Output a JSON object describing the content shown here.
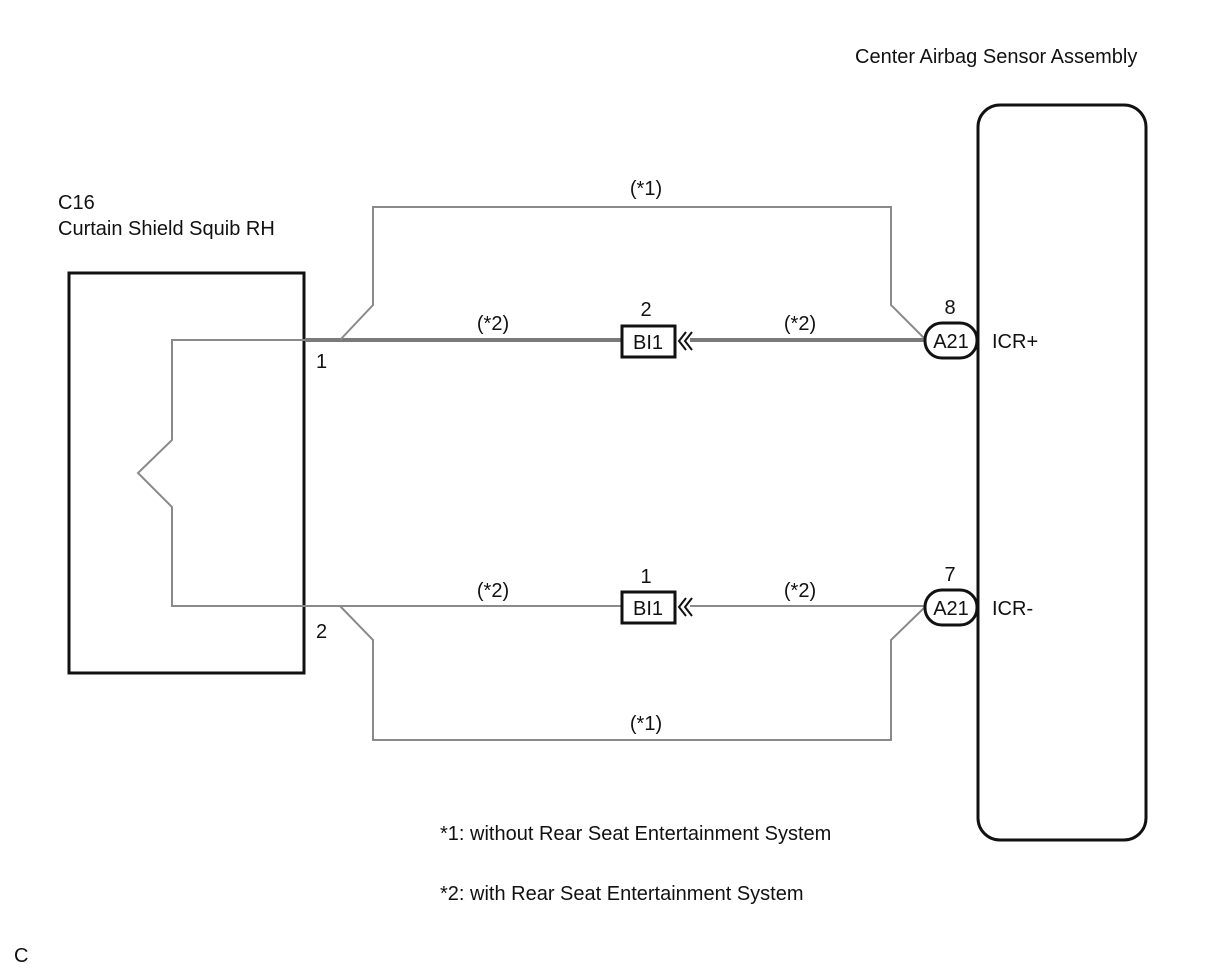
{
  "component_right": {
    "label": "Center Airbag Sensor Assembly",
    "pins": [
      {
        "number": "8",
        "connector": "A21",
        "signal": "ICR+"
      },
      {
        "number": "7",
        "connector": "A21",
        "signal": "ICR-"
      }
    ]
  },
  "component_left": {
    "code": "C16",
    "label": "Curtain Shield Squib RH",
    "pins": [
      "1",
      "2"
    ]
  },
  "junction_connectors": [
    {
      "pin": "2",
      "label": "BI1"
    },
    {
      "pin": "1",
      "label": "BI1"
    }
  ],
  "wire_labels": {
    "top_bypass": "(*1)",
    "top_left": "(*2)",
    "top_right": "(*2)",
    "bottom_left": "(*2)",
    "bottom_right": "(*2)",
    "bottom_bypass": "(*1)"
  },
  "notes": [
    "*1: without Rear Seat Entertainment System",
    "*2: with Rear Seat Entertainment System"
  ],
  "footer_code": "C"
}
